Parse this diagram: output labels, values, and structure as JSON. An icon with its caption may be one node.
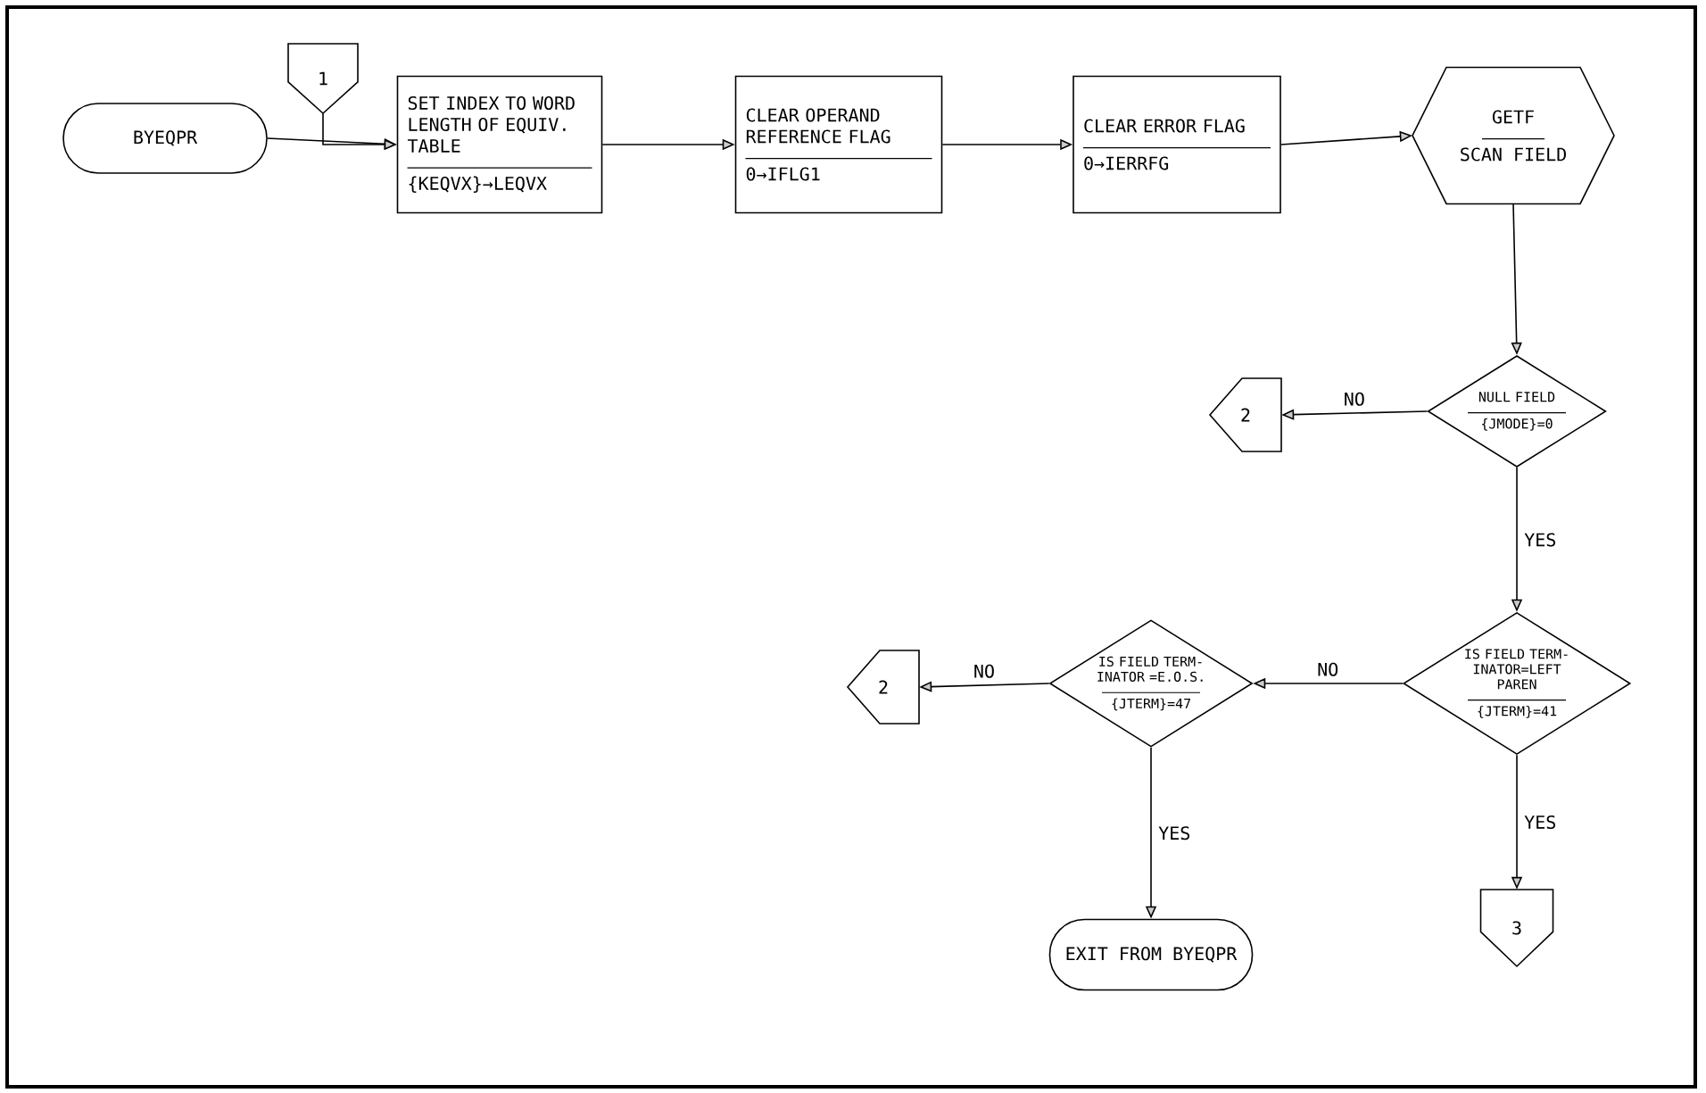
{
  "diagram": {
    "nodes": [
      {
        "text": [
          "BYEQPR"
        ]
      },
      {
        "text": [
          "1"
        ]
      },
      {
        "text": [
          "SET INDEX TO WORD LENGTH OF EQUIV. TABLE",
          "{KEQVX}→LEQVX"
        ]
      },
      {
        "text": [
          "CLEAR OPERAND REFERENCE FLAG",
          "0→IFLG1"
        ]
      },
      {
        "text": [
          "CLEAR ERROR FLAG",
          "0→IERRFG"
        ]
      },
      {
        "text": [
          "GETF",
          "SCAN FIELD"
        ]
      },
      {
        "text": [
          "NULL FIELD",
          "{JMODE}=0"
        ]
      },
      {
        "text": [
          "2"
        ]
      },
      {
        "text": [
          "IS FIELD TERM- INATOR=LEFT PAREN",
          "{JTERM}=41"
        ]
      },
      {
        "text": [
          "IS FIELD TERM- INATOR =E.O.S.",
          "{JTERM}=47"
        ]
      },
      {
        "text": [
          "2"
        ]
      },
      {
        "text": [
          "EXIT FROM BYEQPR"
        ]
      },
      {
        "text": [
          "3"
        ]
      }
    ],
    "edges": [
      {
        "from": 0,
        "to": 2,
        "arrow": "to"
      },
      {
        "from": 1,
        "to": 2,
        "arrow": "to"
      },
      {
        "from": 2,
        "to": 3,
        "arrow": "to"
      },
      {
        "from": 3,
        "to": 4,
        "arrow": "to"
      },
      {
        "from": 4,
        "to": 5,
        "arrow": "to"
      },
      {
        "from": 5,
        "to": 6,
        "arrow": "to"
      },
      {
        "from": 6,
        "to": 7,
        "arrow": "to",
        "label": "NO"
      },
      {
        "from": 6,
        "to": 8,
        "arrow": "to",
        "label": "YES"
      },
      {
        "from": 8,
        "to": 9,
        "arrow": "to",
        "label": "NO"
      },
      {
        "from": 8,
        "to": 12,
        "arrow": "to",
        "label": "YES"
      },
      {
        "from": 9,
        "to": 10,
        "arrow": "to",
        "label": "NO"
      },
      {
        "from": 9,
        "to": 11,
        "arrow": "to",
        "label": "YES"
      }
    ]
  }
}
